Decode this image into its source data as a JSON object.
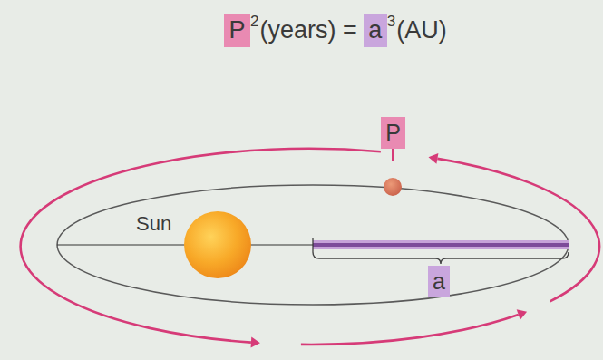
{
  "diagram": {
    "nodes": [
      {
        "text": [
          "P"
        ]
      },
      {
        "text": [
          "a"
        ]
      },
      {
        "text": [
          "P"
        ]
      },
      {
        "text": [
          "a"
        ]
      }
    ],
    "labels": [
      "2",
      "(years) =",
      "3",
      "(AU)",
      "Sun"
    ]
  }
}
